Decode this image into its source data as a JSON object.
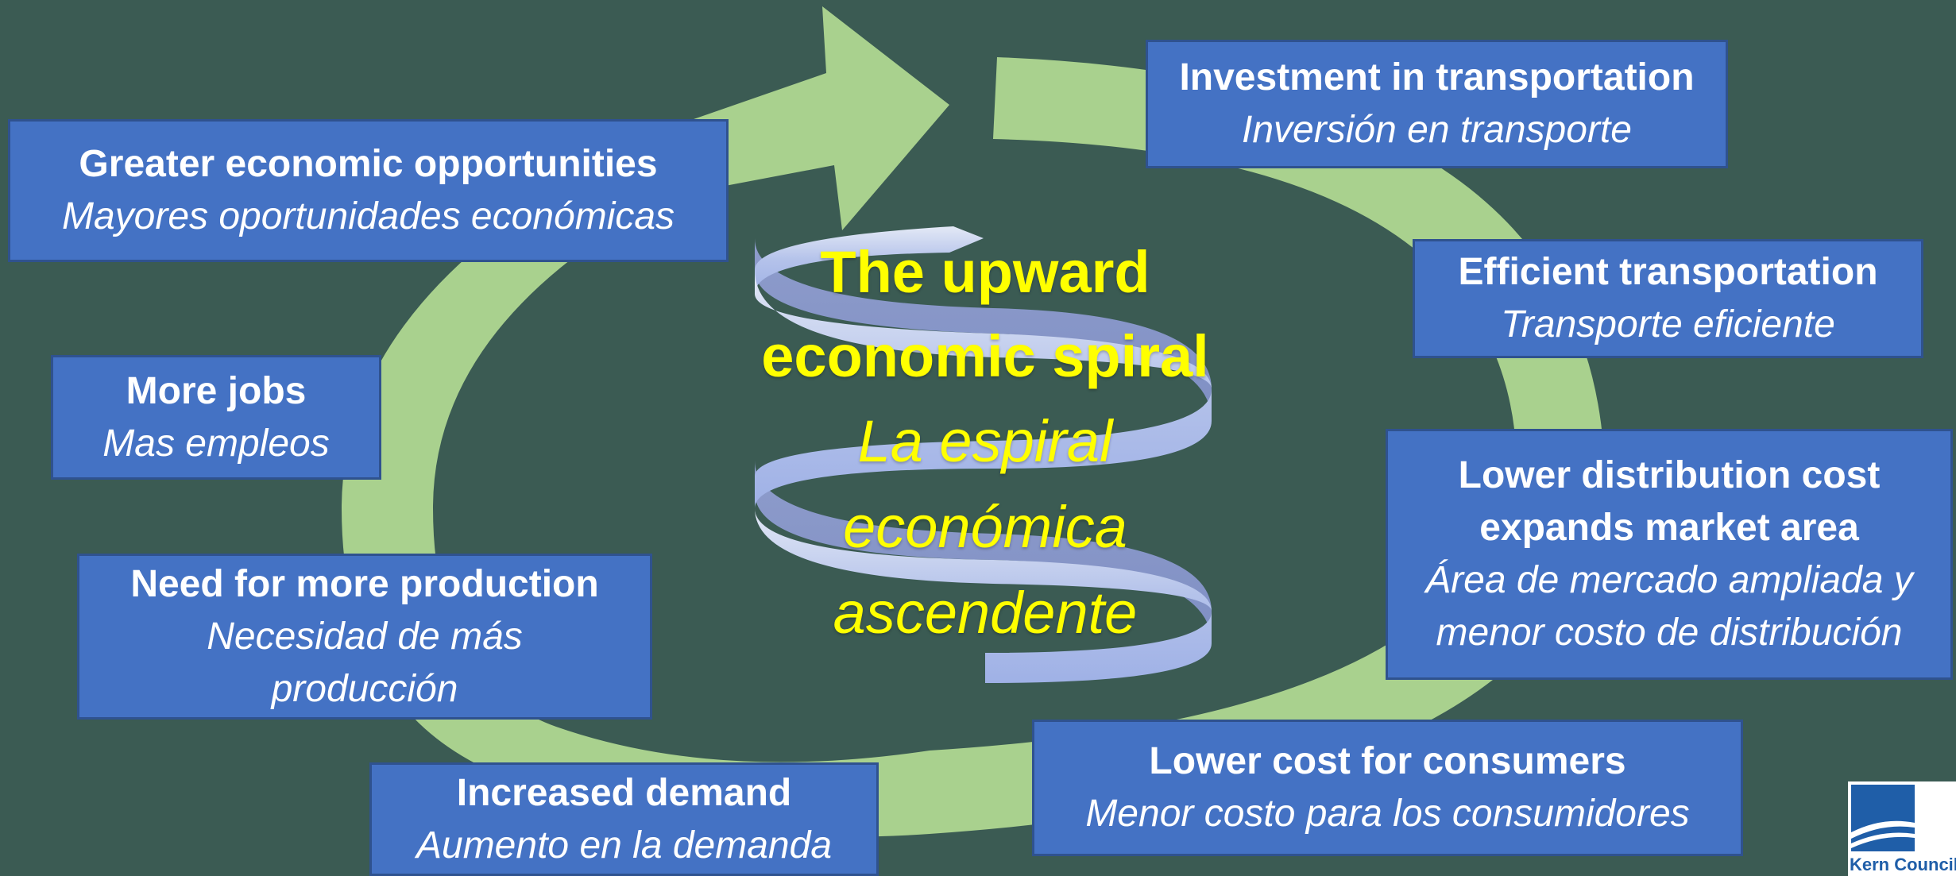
{
  "diagram": {
    "center": {
      "title_en_line1": "The upward",
      "title_en_line2": "economic spiral",
      "title_es_line1": "La espiral",
      "title_es_line2": "económica",
      "title_es_line3": "ascendente"
    },
    "steps": [
      {
        "en": "Investment in transportation",
        "es": "Inversión en transporte"
      },
      {
        "en": "Efficient transportation",
        "es": "Transporte eficiente"
      },
      {
        "en_line1": "Lower distribution cost",
        "en_line2": "expands market area",
        "es_line1": "Área de mercado ampliada y",
        "es_line2": "menor costo de distribución"
      },
      {
        "en": "Lower cost for consumers",
        "es": "Menor costo para los consumidores"
      },
      {
        "en": "Increased demand",
        "es": "Aumento en la demanda"
      },
      {
        "en": "Need for more production",
        "es_line1": "Necesidad de más",
        "es_line2": "producción"
      },
      {
        "en": "More jobs",
        "es": "Mas empleos"
      },
      {
        "en": "Greater economic opportunities",
        "es": "Mayores oportunidades económicas"
      }
    ],
    "logo_text": "Kern Council"
  },
  "colors": {
    "background": "#3b5b53",
    "cycle_arrow": "#a9d18e",
    "box_fill": "#4472c4",
    "box_border": "#2f528f",
    "title_text": "#ffff00",
    "spiral": "#b4c7e7"
  }
}
